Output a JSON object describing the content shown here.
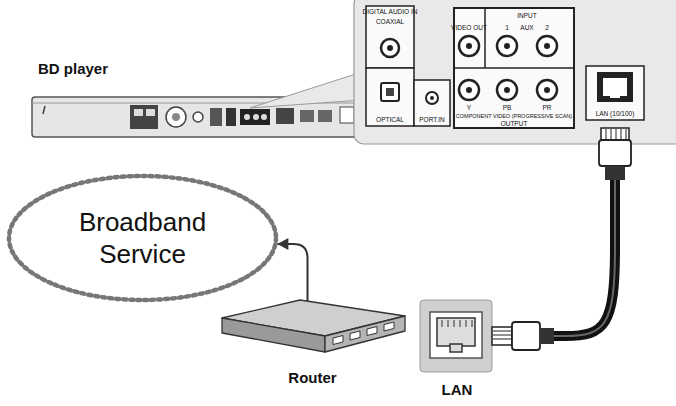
{
  "diagram": {
    "nodes": [
      {
        "text": [
          "BD player"
        ]
      },
      {
        "text": [
          "Broadband Service"
        ]
      },
      {
        "text": [
          "Router"
        ]
      },
      {
        "text": [
          "LAN"
        ]
      }
    ],
    "edges": [
      {
        "from": 2,
        "to": 1,
        "arrow": "to"
      },
      {
        "from": 0,
        "to": 3,
        "arrow": "none"
      }
    ],
    "labels": [
      "DIGITAL AUDIO IN",
      "COAXIAL",
      "OPTICAL",
      "PORT.IN",
      "VIDEO OUT",
      "INPUT",
      "1",
      "AUX",
      "2",
      "Y",
      "PB",
      "PR",
      "COMPONENT VIDEO (PROGRESSIVE SCAN)",
      "OUTPUT",
      "LAN (10/100)"
    ]
  }
}
